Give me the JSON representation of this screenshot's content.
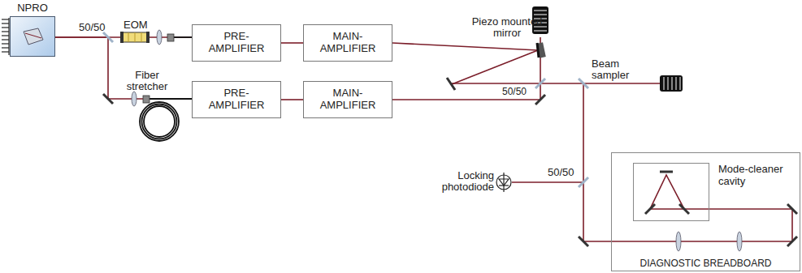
{
  "diagram": {
    "nodes": [
      {
        "text": [
          "NPRO"
        ]
      },
      {
        "text": [
          "PRE- AMPLIFIER"
        ]
      },
      {
        "text": [
          "MAIN- AMPLIFIER"
        ]
      },
      {
        "text": [
          "PRE- AMPLIFIER"
        ]
      },
      {
        "text": [
          "MAIN- AMPLIFIER"
        ]
      },
      {
        "text": [
          "DIAGNOSTIC BREADBOARD"
        ]
      },
      {
        "text": [
          "Mode-cleaner cavity"
        ],
        "in": 5
      }
    ],
    "edges": [
      {
        "from": 0,
        "to": 1,
        "arrow": "none"
      },
      {
        "from": 0,
        "to": 3,
        "arrow": "none"
      },
      {
        "from": 1,
        "to": 2,
        "arrow": "none"
      },
      {
        "from": 3,
        "to": 4,
        "arrow": "none"
      }
    ],
    "labels": [
      "50/50",
      "EOM",
      "Fiber stretcher",
      "Piezo mounted mirror",
      "50/50",
      "Beam sampler",
      "Locking photodiode",
      "50/50"
    ]
  }
}
